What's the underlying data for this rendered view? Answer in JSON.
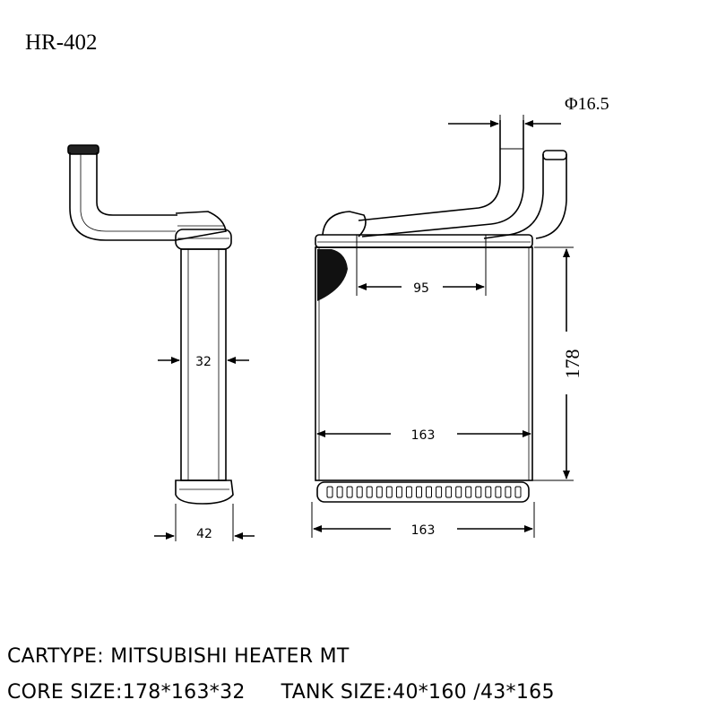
{
  "model": "HR-402",
  "dimensions": {
    "pipe_diameter": "Φ16.5",
    "pipe_spacing": "95",
    "height": "178",
    "core_width": "163",
    "tank_width": "163",
    "core_thickness": "32",
    "tank_thickness": "42"
  },
  "specs": {
    "cartype": "CARTYPE: MITSUBISHI HEATER MT",
    "core_size": "CORE SIZE:178*163*32",
    "tank_size": "TANK SIZE:40*160 /43*165"
  }
}
